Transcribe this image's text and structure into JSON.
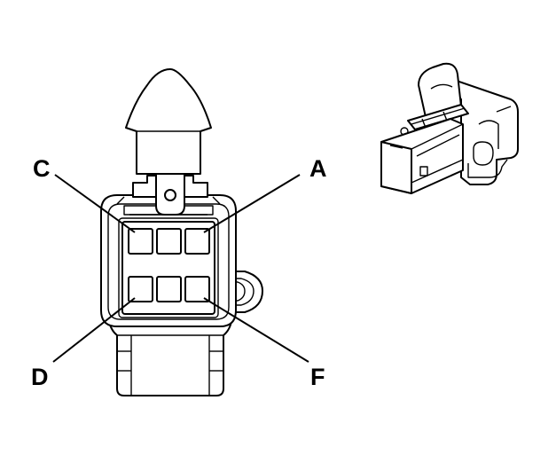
{
  "diagram": {
    "pin_labels": {
      "a": "A",
      "c": "C",
      "d": "D",
      "f": "F"
    }
  }
}
